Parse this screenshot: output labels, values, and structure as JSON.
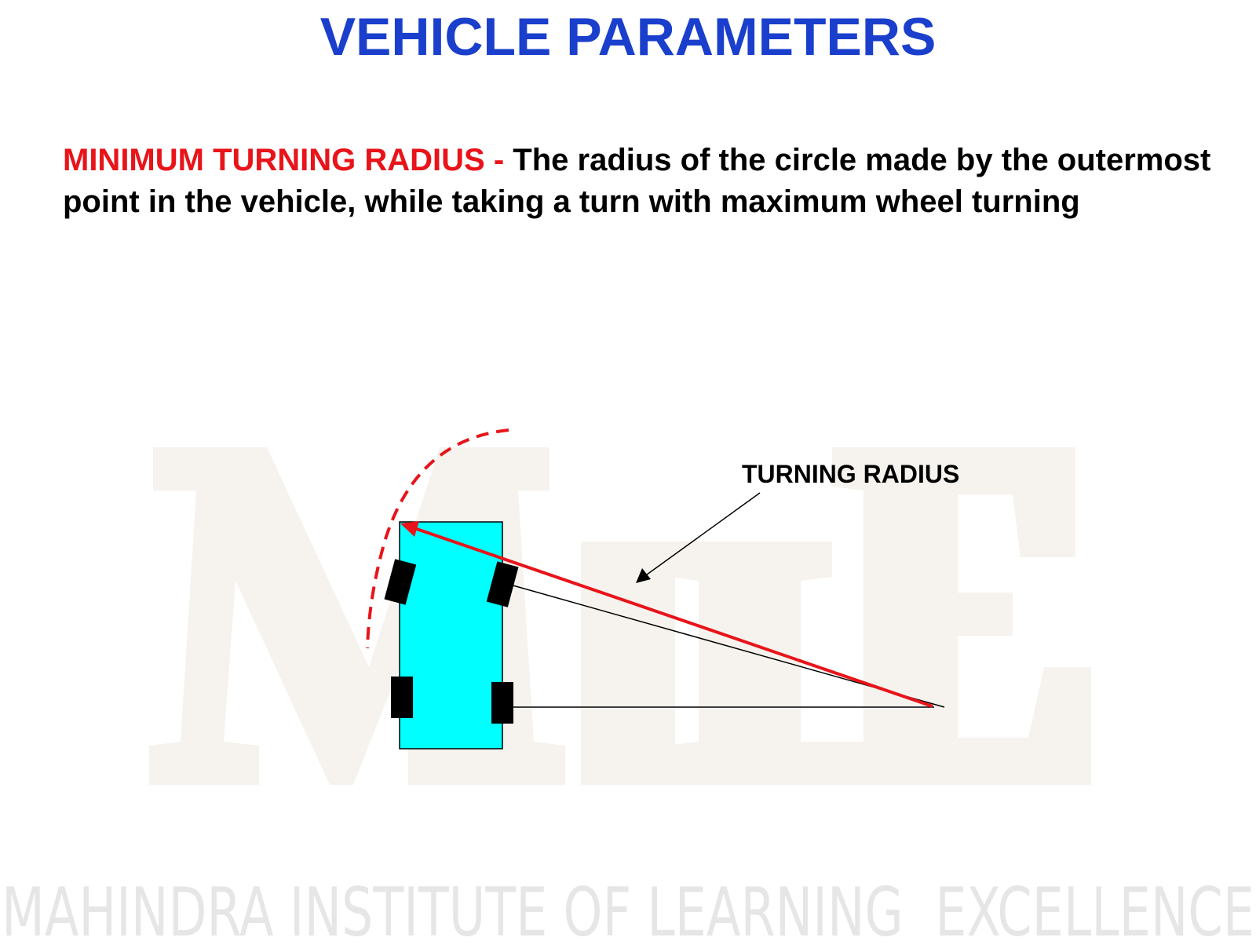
{
  "title": "VEHICLE PARAMETERS",
  "definition": {
    "term": "MINIMUM TURNING RADIUS -",
    "text": " The radius of the circle made by the outermost point in the vehicle, while taking a turn with maximum wheel turning"
  },
  "diagram": {
    "label": "TURNING RADIUS",
    "colors": {
      "vehicle": "#00ffff",
      "radius": "#e8141a",
      "wheel": "#000000"
    }
  },
  "watermark": {
    "logo": "MiLE"
  },
  "footer": "MAHINDRA INSTITUTE OF LEARNING  EXCELLENCE"
}
